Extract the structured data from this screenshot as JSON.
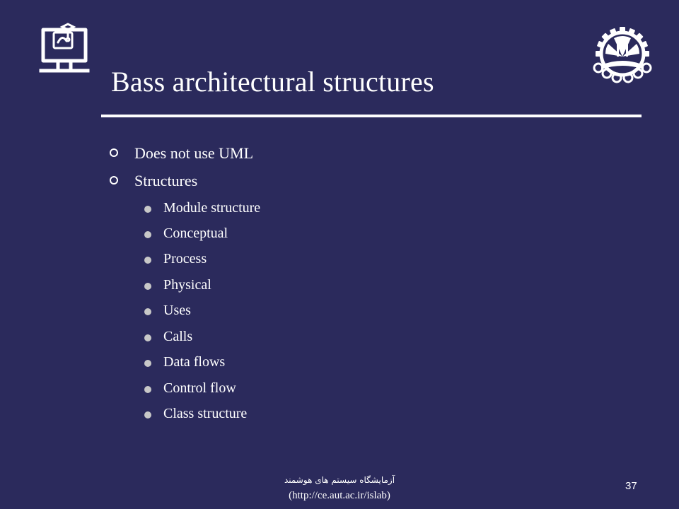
{
  "slide": {
    "title": "Bass architectural structures",
    "bullets": [
      {
        "text": "Does not use UML",
        "level": 1
      },
      {
        "text": "Structures",
        "level": 1
      },
      {
        "text": "Module structure",
        "level": 2
      },
      {
        "text": "Conceptual",
        "level": 2
      },
      {
        "text": "Process",
        "level": 2
      },
      {
        "text": "Physical",
        "level": 2
      },
      {
        "text": "Uses",
        "level": 2
      },
      {
        "text": "Calls",
        "level": 2
      },
      {
        "text": "Data flows",
        "level": 2
      },
      {
        "text": "Control flow",
        "level": 2
      },
      {
        "text": "Class structure",
        "level": 2
      }
    ]
  },
  "footer": {
    "lab_name_fa": "آزمایشگاه سیستم های هوشمند",
    "url": "(http://ce.aut.ac.ir/islab)",
    "page_number": "37"
  },
  "icons": {
    "left_logo": "computer-lab-logo-icon",
    "right_logo": "university-emblem-icon"
  },
  "colors": {
    "background": "#2b2a5c",
    "text": "#ffffff",
    "sub_bullet": "#c8c8c8"
  }
}
